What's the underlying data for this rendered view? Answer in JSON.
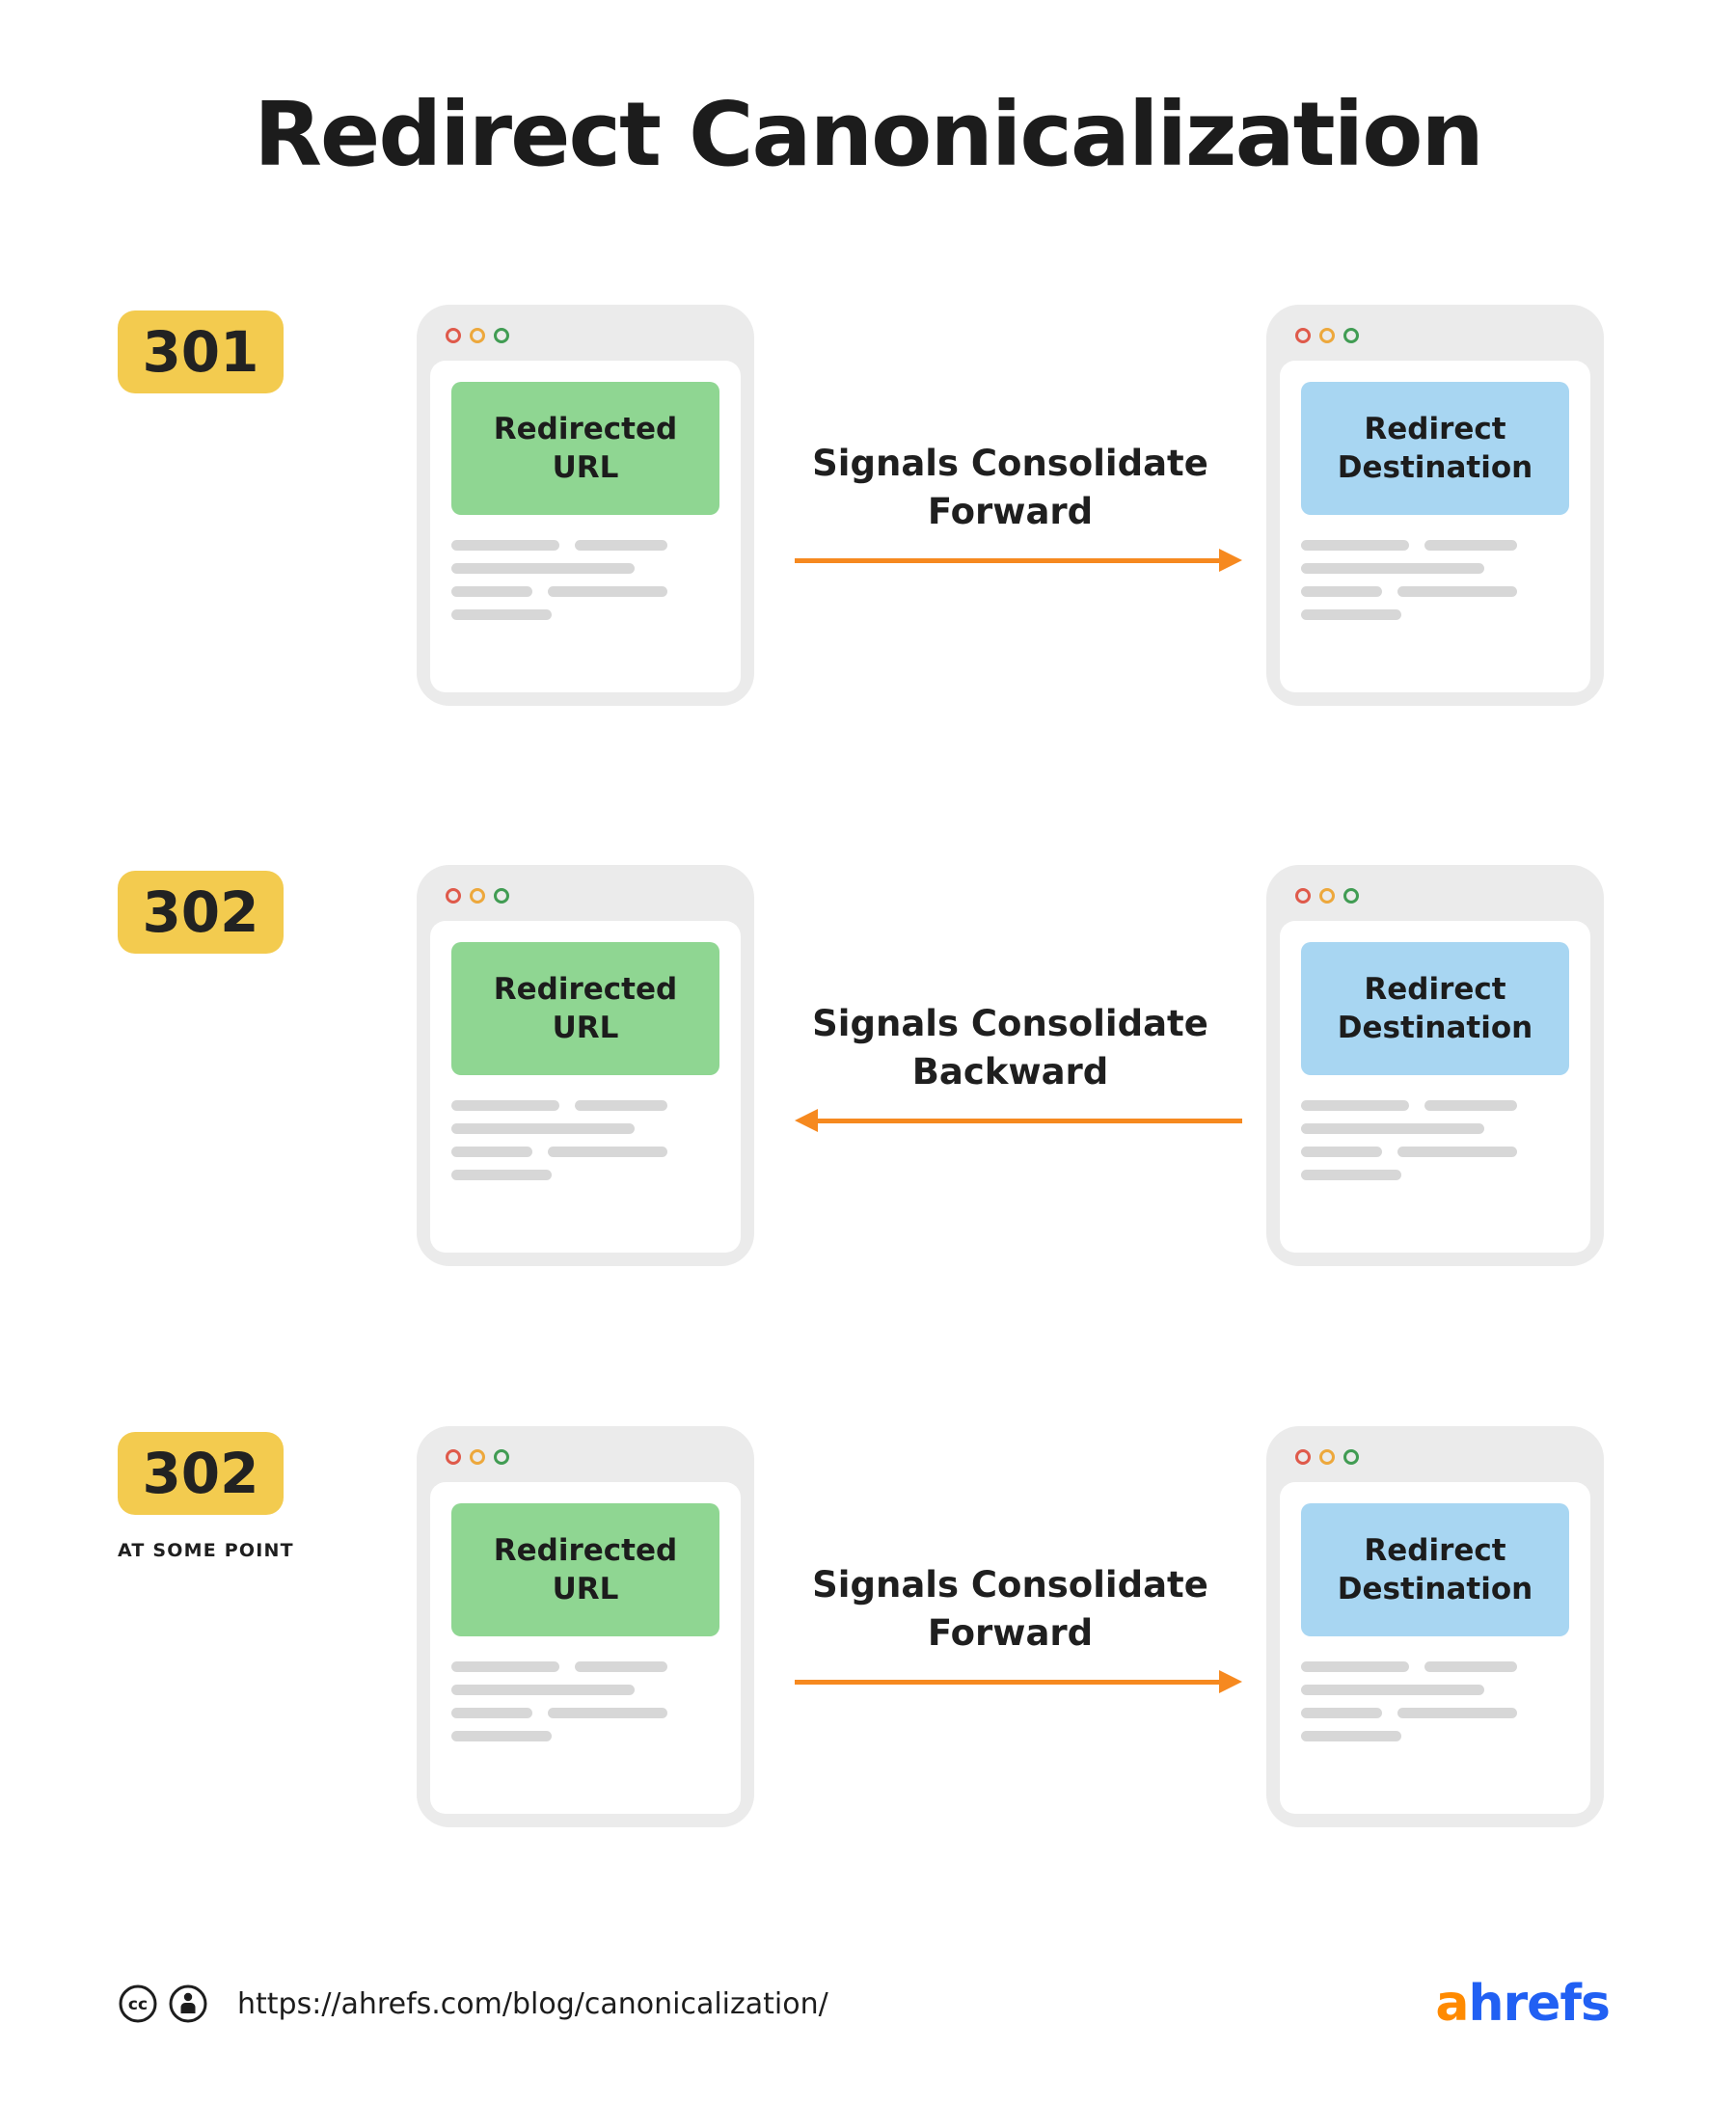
{
  "title": "Redirect Canonicalization",
  "rows": [
    {
      "badge": "301",
      "badge_note": "",
      "source_label": "Redirected URL",
      "destination_label": "Redirect Destination",
      "arrow_label_line1": "Signals Consolidate",
      "arrow_label_line2": "Forward",
      "arrow_direction": "right"
    },
    {
      "badge": "302",
      "badge_note": "",
      "source_label": "Redirected URL",
      "destination_label": "Redirect Destination",
      "arrow_label_line1": "Signals Consolidate",
      "arrow_label_line2": "Backward",
      "arrow_direction": "left"
    },
    {
      "badge": "302",
      "badge_note": "AT SOME POINT",
      "source_label": "Redirected URL",
      "destination_label": "Redirect Destination",
      "arrow_label_line1": "Signals Consolidate",
      "arrow_label_line2": "Forward",
      "arrow_direction": "right"
    }
  ],
  "footer": {
    "url": "https://ahrefs.com/blog/canonicalization/",
    "logo_first": "a",
    "logo_rest": "hrefs"
  },
  "colors": {
    "badge_yellow": "#F3CB4F",
    "source_box_green": "#8FD692",
    "destination_box_blue": "#A8D6F2",
    "arrow_orange": "#F6891F",
    "browser_gray": "#EBEBEB",
    "skeleton_gray": "#D7D7D7",
    "dot_red": "#DF5A4B",
    "dot_yellow": "#EDA83C",
    "dot_green": "#419C53",
    "text_dark": "#1c1c1c",
    "logo_a_orange": "#FF8A00",
    "logo_rest_blue": "#2160F3"
  }
}
